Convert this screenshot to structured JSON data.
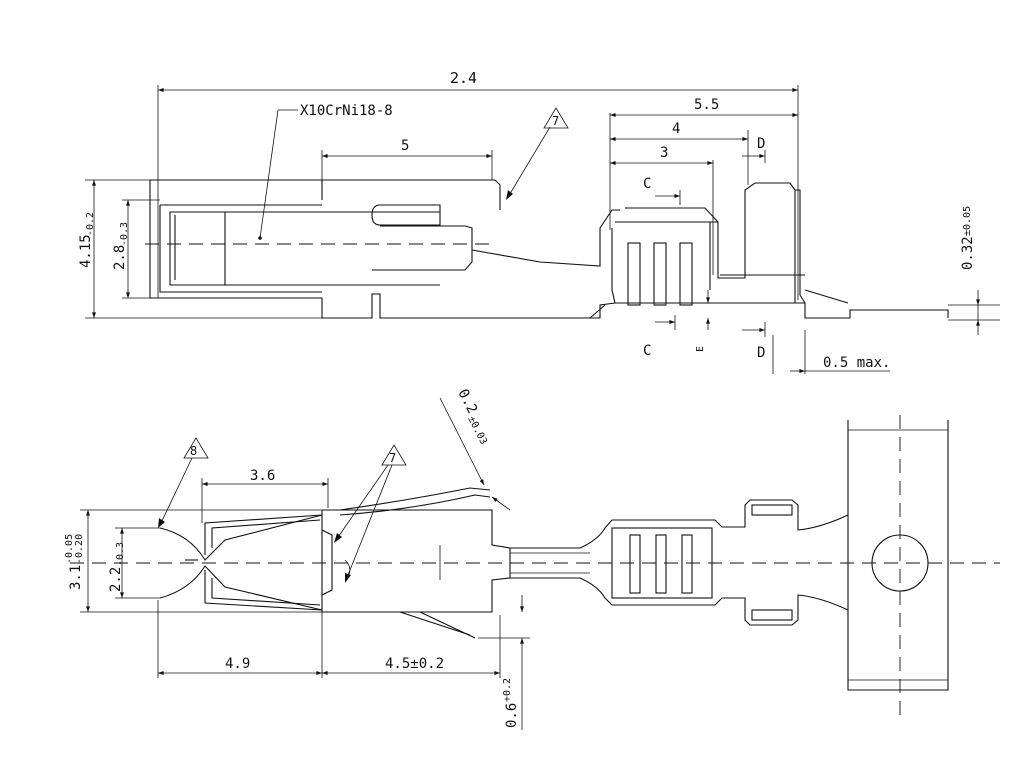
{
  "dimensions": {
    "overall_length": "2.4",
    "top_5_5": "5.5",
    "top_4": "4",
    "top_3": "3",
    "top_5": "5",
    "height_4_15_base": "4.15",
    "height_4_15_tol": "-0.2",
    "height_2_8_base": "2.8",
    "height_2_8_tol": "-0.3",
    "thickness_base": "0.32",
    "thickness_tol": "±0.05",
    "half_max": "0.5 max.",
    "wire_base": "0.2",
    "wire_tol": "±0.03",
    "bottom_3_6": "3.6",
    "bottom_3_1_base": "3.1",
    "bottom_3_1_tol_upper": "-0.05",
    "bottom_3_1_tol_lower": "-0.20",
    "bottom_2_2_base": "2.2",
    "bottom_2_2_tol": "-0.3",
    "bottom_4_9": "4.9",
    "bottom_4_5": "4.5±0.2",
    "bottom_0_6_base": "0.6",
    "bottom_0_6_tol": "+0.2"
  },
  "labels": {
    "material": "X10CrNi18-8",
    "section_c": "C",
    "section_d": "D",
    "section_e": "E",
    "note_7": "7",
    "note_8": "8"
  }
}
